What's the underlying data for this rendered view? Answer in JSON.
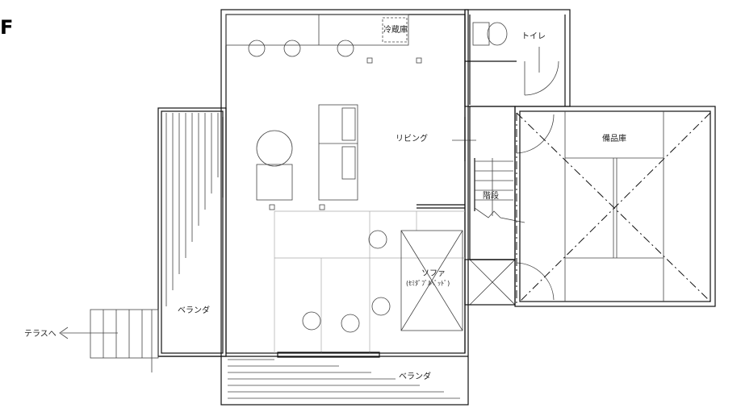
{
  "floor_label": "F",
  "rooms": {
    "fridge": "冷蔵庫",
    "toilet": "トイレ",
    "living": "リビング",
    "stairs": "階段",
    "storage": "備品庫",
    "sofa": "ソファ",
    "sofa_note": "(ｾﾐﾀﾞﾌﾞﾙﾍﾞｯﾄﾞ)",
    "veranda_left": "ベランダ",
    "veranda_bottom": "ベランダ",
    "to_terrace": "テラスへ"
  }
}
